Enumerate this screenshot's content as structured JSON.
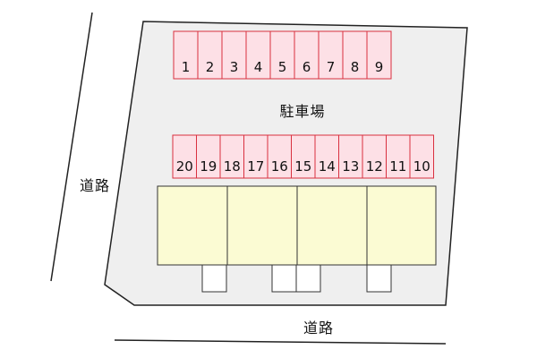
{
  "labels": {
    "parking_lot": "駐車場",
    "road_left": "道路",
    "road_bottom": "道路"
  },
  "parking_top_row": [
    "1",
    "2",
    "3",
    "4",
    "5",
    "6",
    "7",
    "8",
    "9"
  ],
  "parking_bottom_row": [
    "20",
    "19",
    "18",
    "17",
    "16",
    "15",
    "14",
    "13",
    "12",
    "11",
    "10"
  ],
  "colors": {
    "site_fill": "#efefef",
    "site_stroke": "#222222",
    "slot_fill": "#fde0e6",
    "slot_stroke": "#d9303f",
    "building_fill": "#fbfbd3",
    "building_stroke": "#333333",
    "road_line": "#222222"
  }
}
